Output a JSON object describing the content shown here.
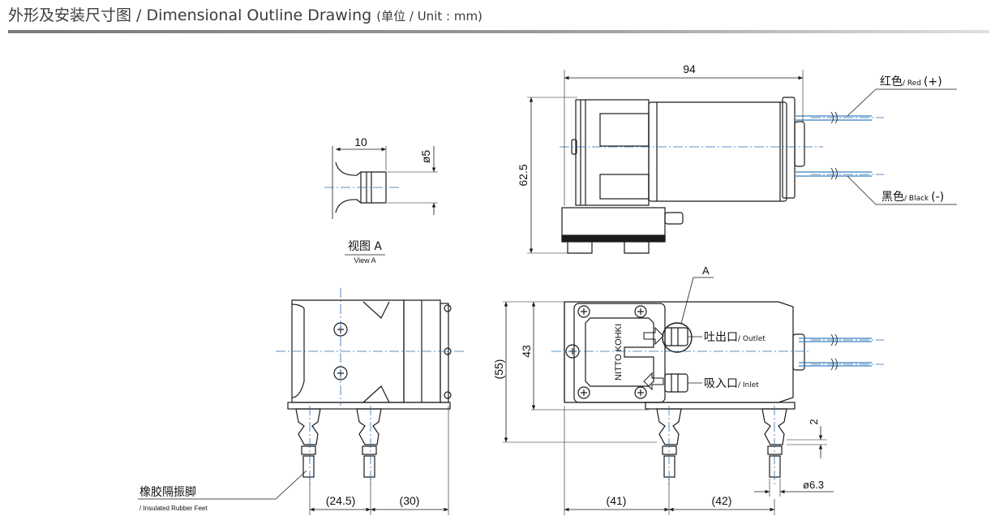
{
  "header": {
    "title_main": "外形及安装尺寸图 / Dimensional Outline Drawing ",
    "title_unit": "(单位 / Unit : mm)"
  },
  "view_a": {
    "dim_length": "10",
    "dim_diameter": "ø5",
    "caption_cn": "视图 A",
    "caption_en": "View A"
  },
  "top_view": {
    "dim_length": "94",
    "dim_height": "62.5",
    "wire_red_cn": "红色",
    "wire_red_en": "/ Red",
    "wire_red_sign": "(+)",
    "wire_black_cn": "黑色",
    "wire_black_en": "/ Black",
    "wire_black_sign": "(-)"
  },
  "front_view": {
    "detail_ref": "A",
    "brand_text": "NITTO KOHKI",
    "outlet_cn": "吐出口",
    "outlet_en": "/ Outlet",
    "inlet_cn": "吸入口",
    "inlet_en": "/ Inlet",
    "dim_height_inner": "43",
    "dim_height_outer": "(55)",
    "dim_offset": "2",
    "dim_foot_diameter": "ø6.3",
    "dim_pitch_left": "(41)",
    "dim_pitch_right": "(42)"
  },
  "side_view": {
    "feet_cn": "橡胶隔振脚",
    "feet_en": "/ Insulated Rubber Feet",
    "dim_left": "(24.5)",
    "dim_right": "(30)"
  },
  "colors": {
    "line": "#1a1a1a",
    "center_line": "#2b6fb0",
    "wire_blue": "#3a7fc0"
  }
}
